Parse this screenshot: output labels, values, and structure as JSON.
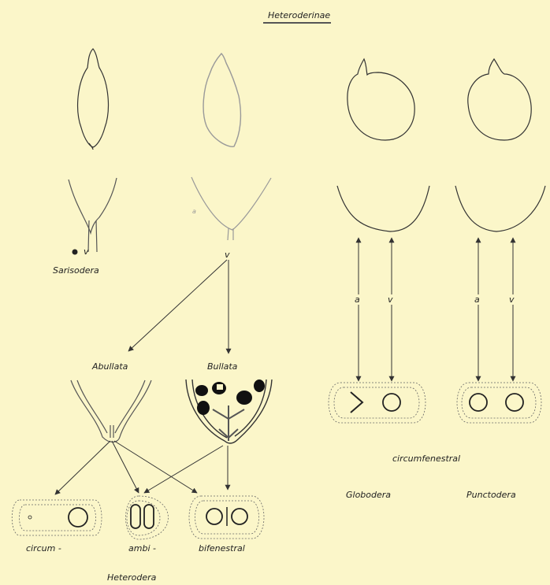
{
  "title": "Heteroderinae",
  "genera": {
    "sarisodera": "Sarisodera",
    "globodera": "Globodera",
    "punctodera": "Punctodera",
    "heterodera": "Heterodera"
  },
  "groups": {
    "abullata": "Abullata",
    "bullata": "Bullata"
  },
  "fenestration": {
    "circum": "circum -",
    "ambi": "ambi -",
    "bifenestral": "bifenestral",
    "circumfenestral": "circumfenestral"
  },
  "markers": {
    "anus": "a",
    "vulva": "v"
  }
}
